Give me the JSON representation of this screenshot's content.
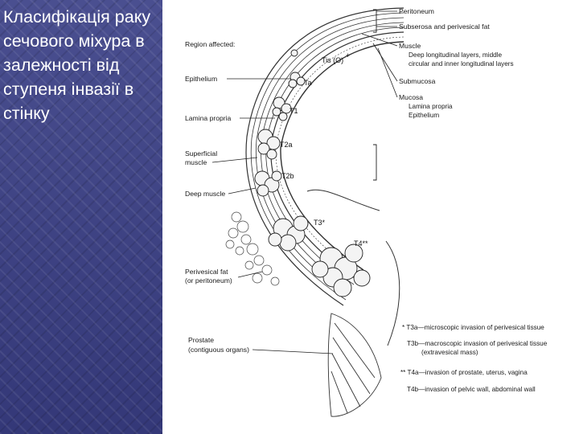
{
  "slide": {
    "title": "Класифікація раку сечового міхура в залежності від ступеня інвазії в стінку"
  },
  "diagram": {
    "labels": {
      "region_affected": "Region affected:",
      "epithelium": "Epithelium",
      "lamina_propria": "Lamina propria",
      "superficial_muscle_1": "Superficial",
      "superficial_muscle_2": "muscle",
      "deep_muscle": "Deep muscle",
      "perivesical_fat_1": "Perivesical fat",
      "perivesical_fat_2": "(or peritoneum)",
      "prostate_1": "Prostate",
      "prostate_2": "(contiguous organs)",
      "peritoneum": "Peritoneum",
      "subserosa": "Subserosa and perivesical fat",
      "muscle": "Muscle",
      "muscle_detail_1": "Deep longitudinal layers, middle",
      "muscle_detail_2": "circular and inner longitudinal layers",
      "submucosa": "Submucosa",
      "mucosa": "Mucosa",
      "mucosa_lp": "Lamina propria",
      "mucosa_ep": "Epithelium"
    },
    "stages": {
      "tis": "Tis (O)",
      "tis_mark": "+",
      "ta": "Ta",
      "t1": "T1",
      "t2a": "T2a",
      "t2b": "T2b",
      "t3": "T3*",
      "t4": "T4**"
    },
    "footnotes": {
      "t3a": "* T3a—microscopic invasion of perivesical tissue",
      "t3b_1": "T3b—macroscopic invasion of perivesical tissue",
      "t3b_2": "(extravesical mass)",
      "t4a": "** T4a—invasion of prostate, uterus, vagina",
      "t4b": "T4b—invasion of pelvic wall, abdominal wall"
    }
  }
}
